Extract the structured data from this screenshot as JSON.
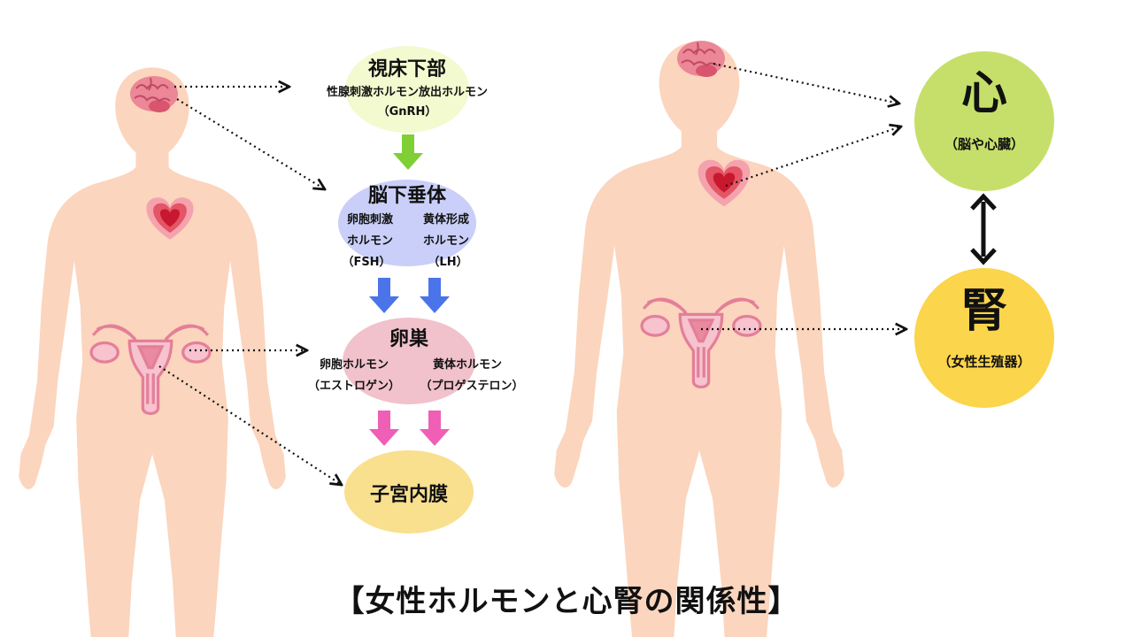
{
  "colors": {
    "skin": "#fbd5bd",
    "brain": "#eb8796",
    "heart": "#d92a3d",
    "uterus": "#e9a4b3",
    "hypothalamus_bg": "#f3fad0",
    "pituitary_bg": "#c9cff8",
    "ovary_bg": "#f1c1cc",
    "endometrium_bg": "#f9e08f",
    "kokoro_bg": "#c6df6a",
    "jin_bg": "#fbd54b",
    "arrow_green": "#7fcf35",
    "arrow_blue": "#4b73ea",
    "arrow_pink": "#ef5fb6"
  },
  "flow": {
    "hypothalamus": {
      "title": "視床下部",
      "line1": "性腺刺激ホルモン放出ホルモン",
      "line2": "（GnRH）"
    },
    "pituitary": {
      "title": "脳下垂体",
      "fsh": {
        "line1": "卵胞刺激",
        "line2": "ホルモン",
        "line3": "（FSH）"
      },
      "lh": {
        "line1": "黄体形成",
        "line2": "ホルモン",
        "line3": "（LH）"
      }
    },
    "ovary": {
      "title": "卵巣",
      "estrogen": {
        "line1": "卵胞ホルモン",
        "line2": "（エストロゲン）"
      },
      "progesterone": {
        "line1": "黄体ホルモン",
        "line2": "（プロゲステロン）"
      }
    },
    "endometrium": {
      "title": "子宮内膜"
    }
  },
  "tcm": {
    "kokoro": {
      "title": "心",
      "sub": "（脳や心臓）"
    },
    "jin": {
      "title": "腎",
      "sub": "（女性生殖器）"
    }
  },
  "caption": "【女性ホルモンと心腎の関係性】"
}
